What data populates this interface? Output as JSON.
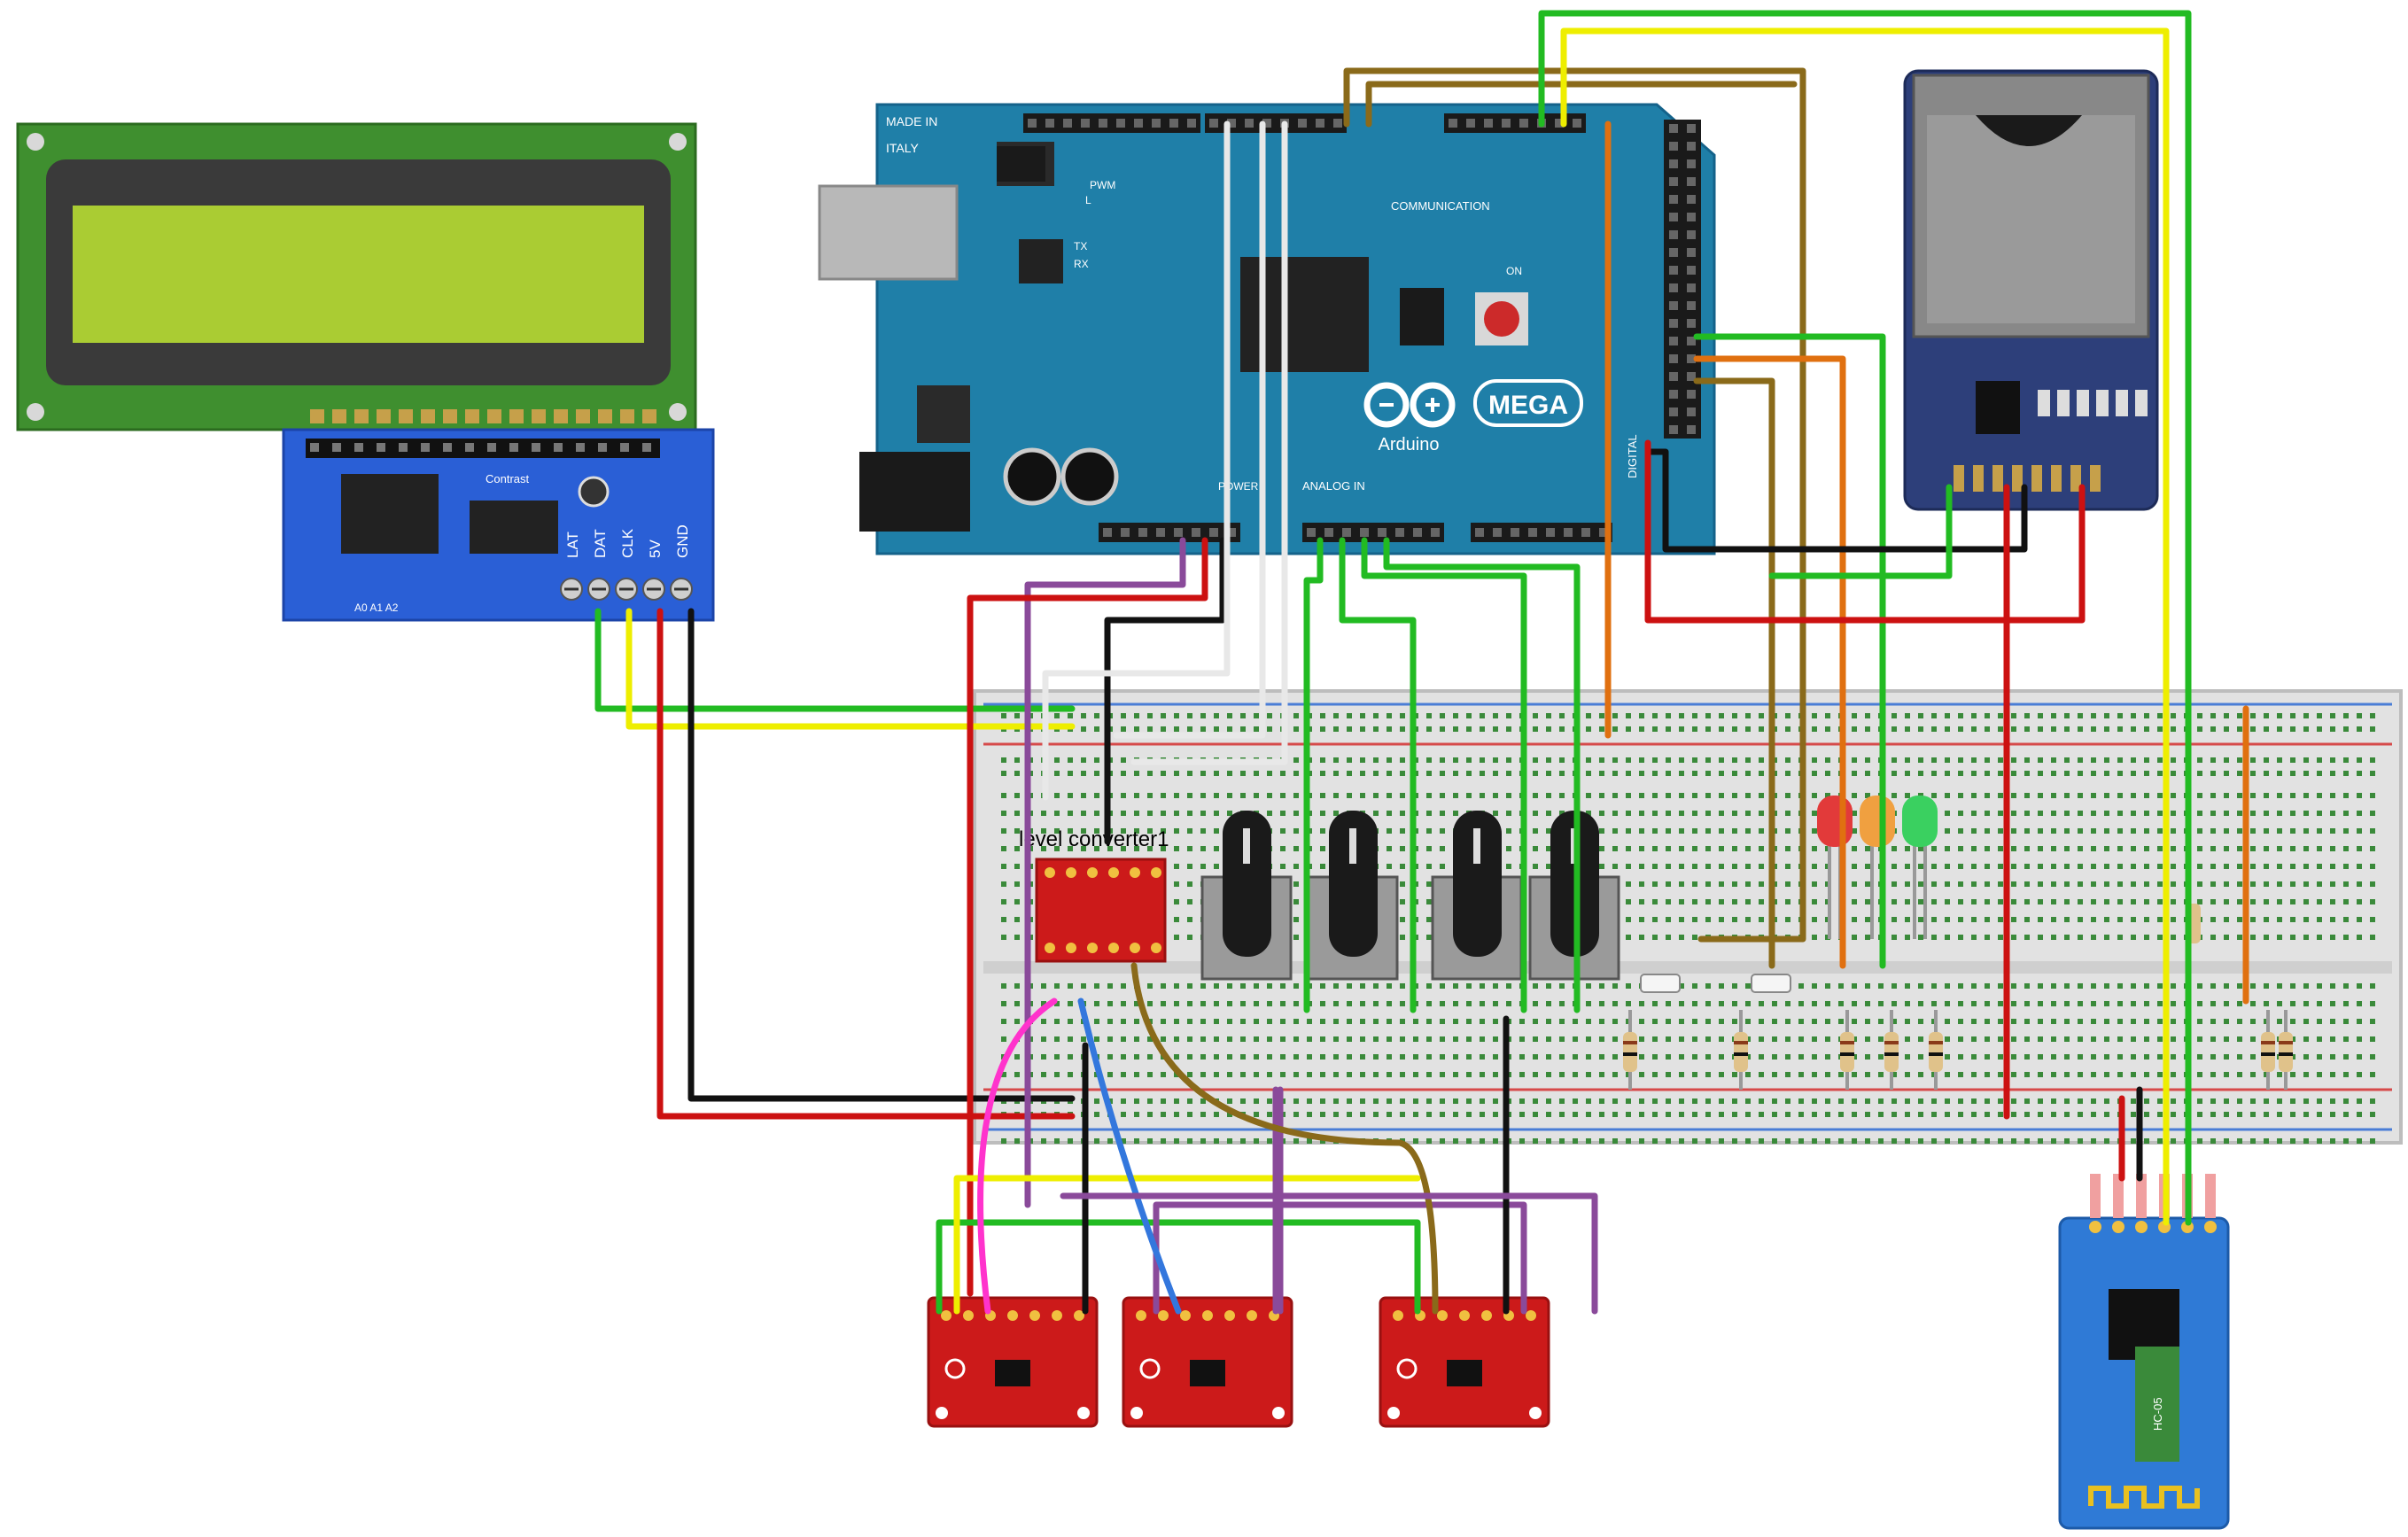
{
  "arduino": {
    "made_in": "MADE IN",
    "country": "ITALY",
    "brand": "Arduino",
    "model": "MEGA",
    "communication": "COMMUNICATION",
    "analog_in": "ANALOG IN",
    "power": "POWER",
    "digital": "DIGITAL",
    "pwm": "PWM",
    "tx_label": "TX",
    "rx_label": "RX",
    "l_label": "L",
    "on_label": "ON"
  },
  "lcd_backpack": {
    "pins": [
      "LAT",
      "DAT",
      "CLK",
      "5V",
      "GND"
    ],
    "note": "Contrast",
    "jumpers": "A0  A1  A2"
  },
  "level_converter": {
    "label": "level converter1"
  },
  "bluetooth": {
    "model": "HC-05"
  },
  "colors": {
    "red": "#cc1111",
    "black": "#111111",
    "green": "#22bb22",
    "yellow": "#eeee00",
    "white": "#e8e8e8",
    "brown": "#8a6a1a",
    "orange": "#e07010",
    "purple": "#8a4a9a",
    "pink": "#ff33cc",
    "blue": "#3377dd",
    "arduino_board": "#1f7fa8",
    "breadboard": "#e6e6e6",
    "lcd_screen": "#aacc33",
    "sensor_board": "#cc1a1a",
    "sd_module": "#2d3f7a"
  },
  "leds": [
    "red",
    "orange",
    "green"
  ],
  "sensor_count": 3,
  "potentiometer_count": 4
}
